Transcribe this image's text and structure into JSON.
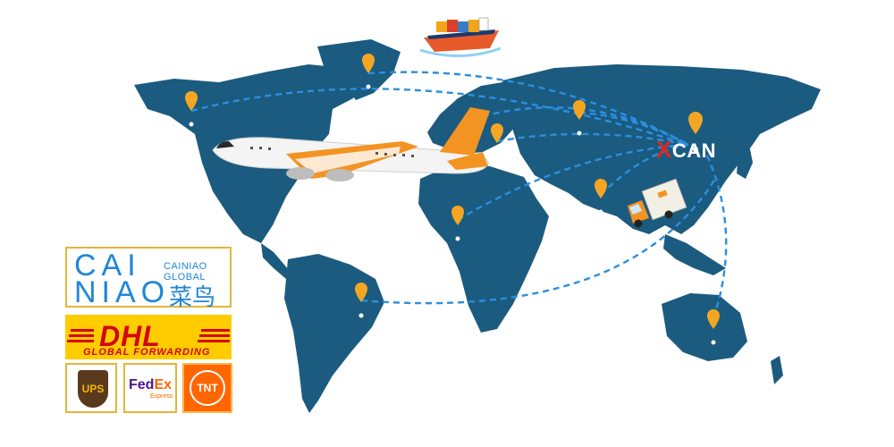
{
  "colors": {
    "land": "#1b5b7f",
    "route": "#2a8fe0",
    "pin": "#f4a623",
    "plane_accent": "#f39322",
    "cainiao_blue": "#1f86d6",
    "dhl_yellow": "#ffcc00",
    "dhl_red": "#d40511"
  },
  "icons": {
    "plane": "airplane-icon",
    "ship": "cargo-ship-icon",
    "truck": "delivery-truck-icon",
    "pin": "map-pin-icon"
  },
  "hub": {
    "label": "CAN",
    "mark": "X"
  },
  "logos": {
    "cainiao": {
      "row1": "CAI",
      "row2": "NIAO",
      "english": "CAINIAO GLOBAL",
      "chinese": "菜鸟"
    },
    "dhl": {
      "name": "DHL",
      "tagline": "GLOBAL FORWARDING"
    },
    "ups": {
      "name": "UPS"
    },
    "fedex": {
      "fed": "Fed",
      "ex": "Ex",
      "express": "Express"
    },
    "tnt": {
      "name": "TNT"
    }
  }
}
